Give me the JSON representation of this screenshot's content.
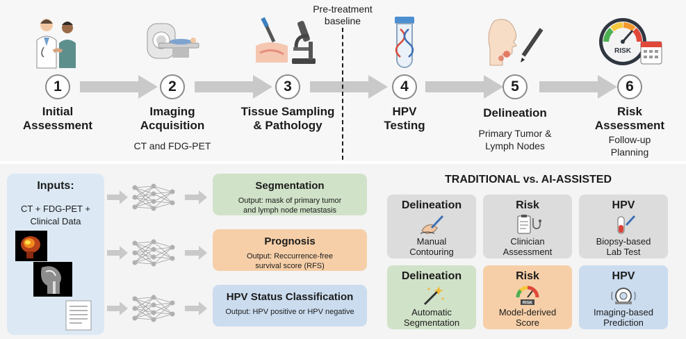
{
  "workflow": {
    "baseline_label": "Pre-treatment\nbaseline",
    "steps": [
      {
        "number": "1",
        "title": "Initial\nAssessment",
        "subtitle": ""
      },
      {
        "number": "2",
        "title": "Imaging\nAcquisition",
        "subtitle": "CT and FDG-PET"
      },
      {
        "number": "3",
        "title": "Tissue Sampling\n& Pathology",
        "subtitle": ""
      },
      {
        "number": "4",
        "title": "HPV\nTesting",
        "subtitle": ""
      },
      {
        "number": "5",
        "title": "Delineation",
        "subtitle": "Primary Tumor &\nLymph Nodes"
      },
      {
        "number": "6",
        "title": "Risk\nAssessment",
        "subtitle": "Follow-up\nPlanning"
      }
    ],
    "risk_gauge_label": "RISK"
  },
  "inputs": {
    "title": "Inputs:",
    "text": "CT + FDG-PET +\nClinical Data"
  },
  "tasks": [
    {
      "title": "Segmentation",
      "output": "Output: mask of primary tumor\nand lymph node metastasis",
      "color": "#d0e2c8"
    },
    {
      "title": "Prognosis",
      "output": "Output: Reccurrence-free\nsurvival score (RFS)",
      "color": "#f6cfa8"
    },
    {
      "title": "HPV Status Classification",
      "output": "Output: HPV positive or HPV negative",
      "color": "#cbdcef"
    }
  ],
  "comparison": {
    "title": "TRADITIONAL vs. AI-ASSISTED",
    "traditional": [
      {
        "title": "Delineation",
        "subtitle": "Manual\nContouring",
        "icon": "hand-pen-icon"
      },
      {
        "title": "Risk",
        "subtitle": "Clinician\nAssessment",
        "icon": "clipboard-stethoscope-icon"
      },
      {
        "title": "HPV",
        "subtitle": "Biopsy-based\nLab Test",
        "icon": "test-tube-dropper-icon"
      }
    ],
    "ai_assisted": [
      {
        "title": "Delineation",
        "subtitle": "Automatic\nSegmentation",
        "icon": "magic-wand-icon"
      },
      {
        "title": "Risk",
        "subtitle": "Model-derived\nScore",
        "icon": "risk-gauge-icon"
      },
      {
        "title": "HPV",
        "subtitle": "Imaging-based\nPrediction",
        "icon": "scanner-icon"
      }
    ],
    "gauge_label": "RISK"
  }
}
